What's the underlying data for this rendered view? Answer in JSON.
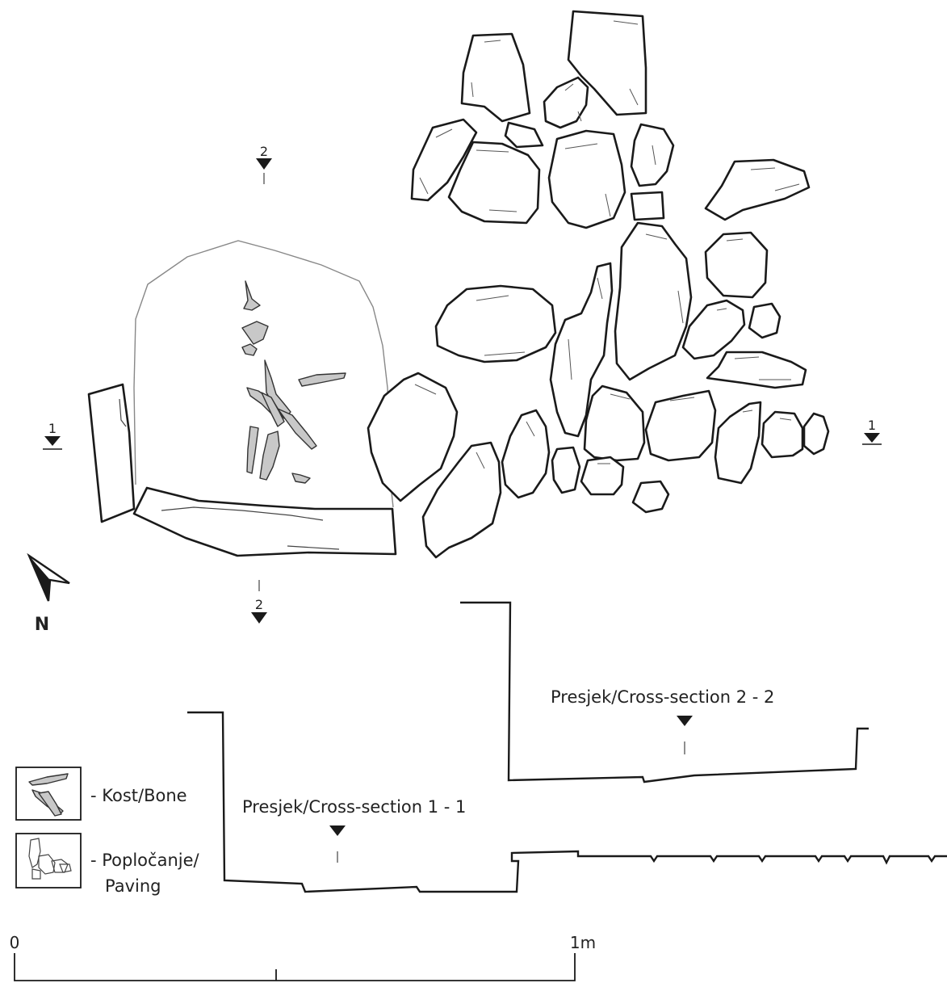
{
  "section_marks": {
    "mark_2": "2",
    "mark_1": "1"
  },
  "north_arrow": {
    "letter": "N",
    "icon": "north-arrow-icon"
  },
  "sections": {
    "section_2_2": "Presjek/Cross-section 2 - 2",
    "section_1_1": "Presjek/Cross-section 1 - 1"
  },
  "legend": {
    "bone": "- Kost/Bone",
    "paving_line1": "- Popločanje/",
    "paving_line2": "Paving",
    "bone_icon": "bone-icon",
    "paving_icon": "paving-icon"
  },
  "scale_bar": {
    "start_label": "0",
    "end_label": "1m"
  },
  "colors": {
    "line": "#1a1a1a",
    "bone_fill": "#c8c8c8",
    "pit_outline": "#888888"
  }
}
